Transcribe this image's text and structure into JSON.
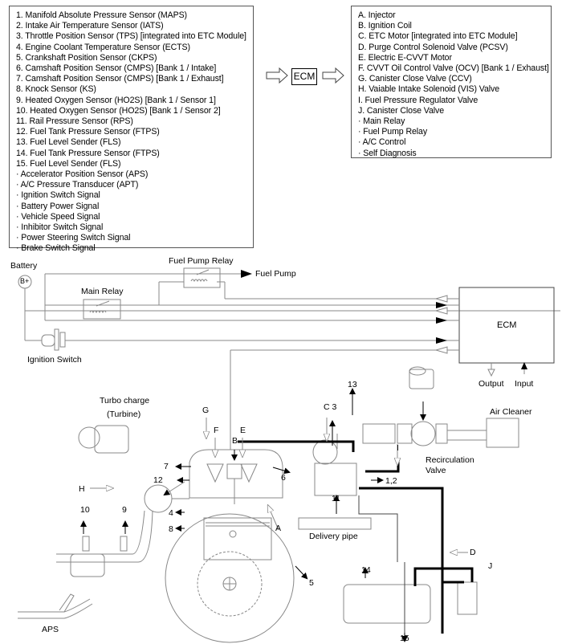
{
  "inputs": [
    "1. Manifold Absolute Pressure Sensor (MAPS)",
    "2. Intake Air Temperature Sensor (IATS)",
    "3. Throttle Position Sensor (TPS) [integrated into ETC Module]",
    "4. Engine Coolant Temperature Sensor (ECTS)",
    "5. Crankshaft Position Sensor (CKPS)",
    "6. Camshaft Position Sensor (CMPS) [Bank 1 / Intake]",
    "7. Camshaft Position Sensor (CMPS) [Bank 1 / Exhaust]",
    "8. Knock Sensor (KS)",
    "9. Heated Oxygen Sensor (HO2S) [Bank 1 / Sensor 1]",
    "10. Heated Oxygen Sensor (HO2S) [Bank 1 / Sensor 2]",
    "11. Rail Pressure Sensor (RPS)",
    "12. Fuel Tank Pressure Sensor (FTPS)",
    "13. Fuel Level Sender (FLS)",
    "14. Fuel Tank Pressure Sensor (FTPS)",
    "15. Fuel Level Sender (FLS)",
    "· Accelerator Position Sensor (APS)",
    "· A/C Pressure Transducer (APT)",
    "· Ignition Switch Signal",
    "· Battery Power Signal",
    "· Vehicle Speed Signal",
    "· Inhibitor Switch Signal",
    "· Power Steering Switch Signal",
    "· Brake Switch Signal"
  ],
  "ecm_center_label": "ECM",
  "outputs": [
    "A. Injector",
    "B. Ignition Coil",
    "C. ETC Motor [integrated into ETC Module]",
    "D. Purge Control Solenoid Valve (PCSV)",
    "E. Electric E-CVVT Motor",
    "F. CVVT Oil Control Valve (OCV) [Bank 1 / Exhaust]",
    "G. Canister Close Valve (CCV)",
    "H. Vaiable Intake Solenoid (VIS) Valve",
    "I. Fuel Pressure Regulator Valve",
    "J. Canister Close Valve",
    "· Main Relay",
    "· Fuel Pump Relay",
    "· A/C Control",
    "· Self Diagnosis"
  ],
  "diagram": {
    "battery_label": "Battery",
    "battery_terminal": "B+",
    "fuel_pump_relay": "Fuel Pump Relay",
    "fuel_pump": "Fuel Pump",
    "main_relay": "Main Relay",
    "ignition_switch": "Ignition Switch",
    "ecm": "ECM",
    "output": "Output",
    "input": "Input",
    "turbo_line1": "Turbo charge",
    "turbo_line2": "(Turbine)",
    "air_cleaner": "Air Cleaner",
    "recirc_line1": "Recirculation",
    "recirc_line2": "Valve",
    "delivery_pipe": "Delivery pipe",
    "aps": "APS",
    "callouts": {
      "G": "G",
      "F": "F",
      "E": "E",
      "B": "B",
      "C3": "C 3",
      "n13": "13",
      "I": "I",
      "n7": "7",
      "n12": "12",
      "H": "H",
      "n6": "6",
      "n1_2": "1,2",
      "n4": "4",
      "n8": "8",
      "n11": "11",
      "A": "A",
      "n10": "10",
      "n9": "9",
      "n5": "5",
      "D": "D",
      "J": "J",
      "n14": "14",
      "n15": "15"
    }
  }
}
